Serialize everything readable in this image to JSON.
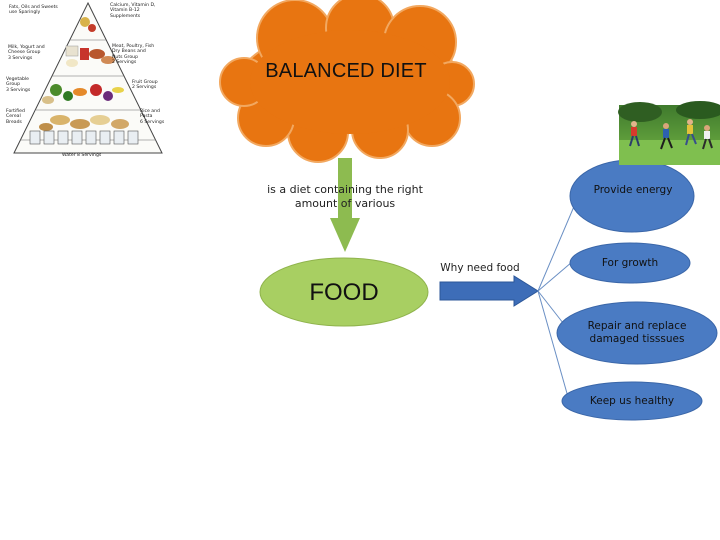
{
  "slide": {
    "title": "BALANCED DIET",
    "definition": "is a diet containing the right amount of various",
    "food": "FOOD",
    "question": "Why need food",
    "reasons": [
      "Provide energy",
      "For growth",
      "Repair and replace damaged tisssues",
      "Keep us healthy"
    ]
  },
  "pyramid": {
    "labels": [
      "Fats, Oils and Sweets\nuse Sparingly",
      "Calcium, Vitamin D,\nVitamin B-12\nSupplements",
      "Milk, Yogurt and\nCheese Group\n3 Servings",
      "Meat, Poultry, Fish\nDry Beans and\nNuts Group\n2 Servings",
      "Vegetable\nGroup\n3 Servings",
      "Fruit Group\n2 Servings",
      "Fortified\nCereal\nBreads",
      "Rice and\nPasta\n6 Servings",
      "Water 8 Servings"
    ]
  },
  "colors": {
    "cloud_fill": "#e87511",
    "cloud_stroke": "#f2a860",
    "arrow_green": "#8dbb50",
    "food_oval": "#a8cf62",
    "blue_arrow": "#3d6db8",
    "node_fill": "#4a7bc3",
    "node_stroke": "#3a66a8"
  }
}
